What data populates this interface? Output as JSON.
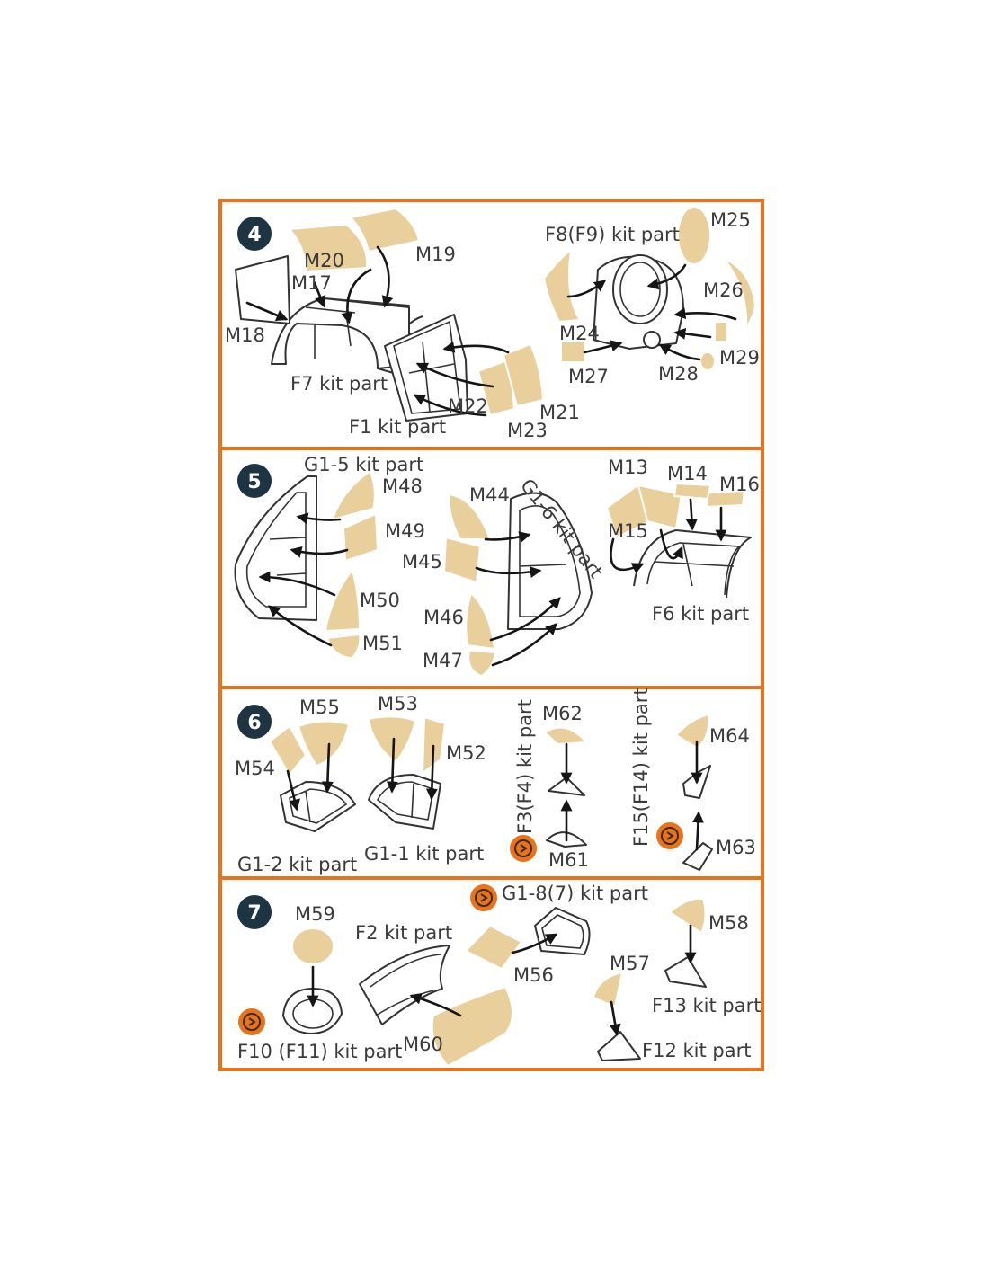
{
  "colors": {
    "frame": "#e8731a",
    "mask": "#e9cf9b",
    "badge": "#1d3442",
    "note_icon": "#e8731a"
  },
  "steps": [
    {
      "number": "4",
      "labels": {
        "m20": "M20",
        "m19": "M19",
        "m17": "M17",
        "m18": "M18",
        "f7": "F7 kit part",
        "f1": "F1 kit part",
        "m22": "M22",
        "m21": "M21",
        "m23": "M23",
        "f8": "F8(F9) kit part",
        "m25": "M25",
        "m26": "M26",
        "m24": "M24",
        "m27": "M27",
        "m28": "M28",
        "m29": "M29"
      }
    },
    {
      "number": "5",
      "labels": {
        "g15": "G1-5 kit part",
        "m48": "M48",
        "m49": "M49",
        "m50": "M50",
        "m51": "M51",
        "m44": "M44",
        "g16": "G1-6 kit part",
        "m45": "M45",
        "m46": "M46",
        "m47": "M47",
        "m13": "M13",
        "m14": "M14",
        "m16": "M16",
        "m15": "M15",
        "f6": "F6 kit part"
      }
    },
    {
      "number": "6",
      "labels": {
        "m55": "M55",
        "m53": "M53",
        "m54": "M54",
        "m52": "M52",
        "g12": "G1-2 kit part",
        "g11": "G1-1 kit part",
        "m62": "M62",
        "f3": "F3(F4) kit part",
        "m61": "M61",
        "f15": "F15(F14) kit part",
        "m64": "M64",
        "m63": "M63"
      }
    },
    {
      "number": "7",
      "labels": {
        "m59": "M59",
        "f2": "F2 kit part",
        "g18": "G1-8(7) kit part",
        "m58": "M58",
        "m56": "M56",
        "m57": "M57",
        "f13": "F13 kit part",
        "f10": "F10 (F11) kit part",
        "m60": "M60",
        "f12": "F12 kit part"
      }
    }
  ]
}
